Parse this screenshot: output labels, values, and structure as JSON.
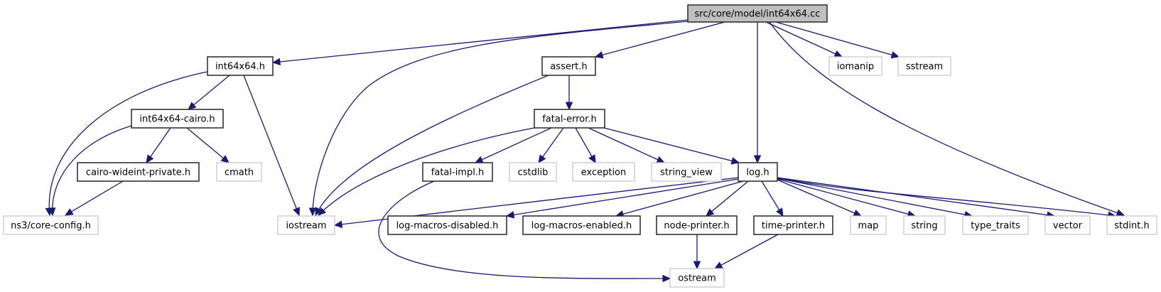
{
  "title": "src/core/model/int64x64.cc",
  "colors": {
    "edge": "#191970",
    "root_fill": "#bfbfbf",
    "documented_border": "#333333",
    "external_border": "#c8c8c8"
  },
  "nodes": [
    {
      "id": "root",
      "label": "src/core/model/int64x64.cc",
      "kind": "root"
    },
    {
      "id": "int64x64_h",
      "label": "int64x64.h",
      "kind": "documented"
    },
    {
      "id": "assert_h",
      "label": "assert.h",
      "kind": "documented"
    },
    {
      "id": "iomanip",
      "label": "iomanip",
      "kind": "external"
    },
    {
      "id": "sstream",
      "label": "sstream",
      "kind": "external"
    },
    {
      "id": "int64x64_cairo_h",
      "label": "int64x64-cairo.h",
      "kind": "documented"
    },
    {
      "id": "fatal_error_h",
      "label": "fatal-error.h",
      "kind": "documented"
    },
    {
      "id": "cairo_wideint_private_h",
      "label": "cairo-wideint-private.h",
      "kind": "documented"
    },
    {
      "id": "cmath",
      "label": "cmath",
      "kind": "external"
    },
    {
      "id": "fatal_impl_h",
      "label": "fatal-impl.h",
      "kind": "documented"
    },
    {
      "id": "cstdlib",
      "label": "cstdlib",
      "kind": "external"
    },
    {
      "id": "exception",
      "label": "exception",
      "kind": "external"
    },
    {
      "id": "string_view",
      "label": "string_view",
      "kind": "external"
    },
    {
      "id": "log_h",
      "label": "log.h",
      "kind": "documented"
    },
    {
      "id": "core_config_h",
      "label": "ns3/core-config.h",
      "kind": "external"
    },
    {
      "id": "iostream",
      "label": "iostream",
      "kind": "external"
    },
    {
      "id": "log_macros_disabled_h",
      "label": "log-macros-disabled.h",
      "kind": "documented"
    },
    {
      "id": "log_macros_enabled_h",
      "label": "log-macros-enabled.h",
      "kind": "documented"
    },
    {
      "id": "node_printer_h",
      "label": "node-printer.h",
      "kind": "documented"
    },
    {
      "id": "time_printer_h",
      "label": "time-printer.h",
      "kind": "documented"
    },
    {
      "id": "map",
      "label": "map",
      "kind": "external"
    },
    {
      "id": "string",
      "label": "string",
      "kind": "external"
    },
    {
      "id": "type_traits",
      "label": "type_traits",
      "kind": "external"
    },
    {
      "id": "vector",
      "label": "vector",
      "kind": "external"
    },
    {
      "id": "stdint_h",
      "label": "stdint.h",
      "kind": "external"
    },
    {
      "id": "ostream",
      "label": "ostream",
      "kind": "external"
    }
  ],
  "edges": [
    {
      "from": "root",
      "to": "int64x64_h"
    },
    {
      "from": "root",
      "to": "iostream"
    },
    {
      "from": "root",
      "to": "assert_h"
    },
    {
      "from": "root",
      "to": "log_h"
    },
    {
      "from": "root",
      "to": "iomanip"
    },
    {
      "from": "root",
      "to": "sstream"
    },
    {
      "from": "root",
      "to": "stdint_h"
    },
    {
      "from": "int64x64_h",
      "to": "core_config_h"
    },
    {
      "from": "int64x64_h",
      "to": "int64x64_cairo_h"
    },
    {
      "from": "int64x64_h",
      "to": "iostream"
    },
    {
      "from": "int64x64_cairo_h",
      "to": "core_config_h"
    },
    {
      "from": "int64x64_cairo_h",
      "to": "cairo_wideint_private_h"
    },
    {
      "from": "int64x64_cairo_h",
      "to": "cmath"
    },
    {
      "from": "cairo_wideint_private_h",
      "to": "core_config_h"
    },
    {
      "from": "assert_h",
      "to": "iostream"
    },
    {
      "from": "assert_h",
      "to": "fatal_error_h"
    },
    {
      "from": "fatal_error_h",
      "to": "iostream"
    },
    {
      "from": "fatal_error_h",
      "to": "fatal_impl_h"
    },
    {
      "from": "fatal_error_h",
      "to": "cstdlib"
    },
    {
      "from": "fatal_error_h",
      "to": "exception"
    },
    {
      "from": "fatal_error_h",
      "to": "string_view"
    },
    {
      "from": "fatal_error_h",
      "to": "log_h"
    },
    {
      "from": "fatal_impl_h",
      "to": "ostream"
    },
    {
      "from": "log_h",
      "to": "iostream"
    },
    {
      "from": "log_h",
      "to": "log_macros_disabled_h"
    },
    {
      "from": "log_h",
      "to": "log_macros_enabled_h"
    },
    {
      "from": "log_h",
      "to": "node_printer_h"
    },
    {
      "from": "log_h",
      "to": "time_printer_h"
    },
    {
      "from": "log_h",
      "to": "map"
    },
    {
      "from": "log_h",
      "to": "string"
    },
    {
      "from": "log_h",
      "to": "type_traits"
    },
    {
      "from": "log_h",
      "to": "vector"
    },
    {
      "from": "log_h",
      "to": "stdint_h"
    },
    {
      "from": "node_printer_h",
      "to": "ostream"
    },
    {
      "from": "time_printer_h",
      "to": "ostream"
    }
  ]
}
